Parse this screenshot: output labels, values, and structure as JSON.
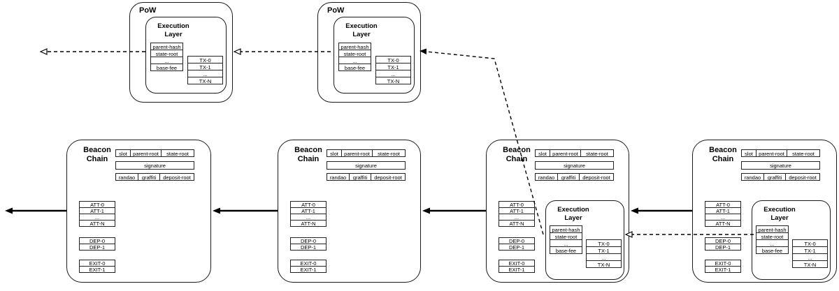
{
  "diagram": {
    "pow_title": "PoW",
    "beacon_title": "Beacon\nChain",
    "execution_title": "Execution\nLayer",
    "beacon_header": {
      "row1": [
        "slot",
        "parent-root",
        "state-root"
      ],
      "signature": "signature",
      "row3": [
        "randao",
        "graffiti",
        "deposit-root"
      ]
    },
    "attestations": [
      "ATT-0",
      "ATT-1",
      "...",
      "ATT-N"
    ],
    "deposits": [
      "DEP-0",
      "DEP-1"
    ],
    "exits": [
      "EXIT-0",
      "EXIT-1"
    ],
    "execution_fields": [
      "parent-hash",
      "state-root",
      "...",
      "base-fee"
    ],
    "transactions": [
      "TX-0",
      "TX-1",
      "...",
      "TX-N"
    ],
    "colors": {
      "stroke": "#000000",
      "background": "#ffffff"
    }
  }
}
